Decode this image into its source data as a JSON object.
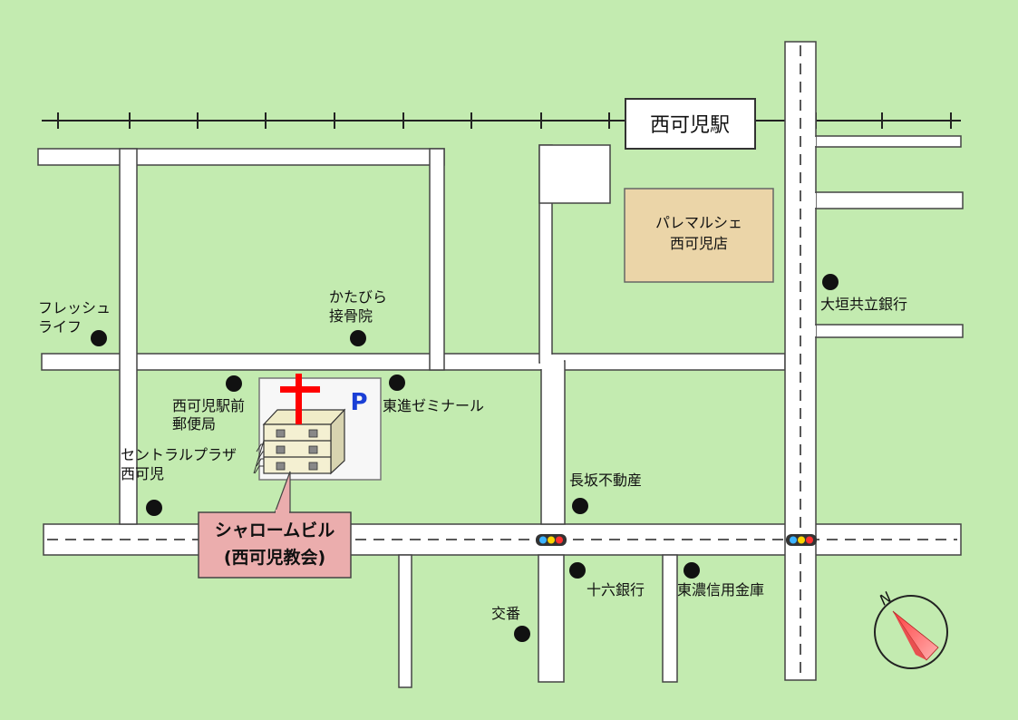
{
  "station": {
    "label": "西可児駅"
  },
  "supermarket": {
    "line1": "パレマルシェ",
    "line2": "西可児店"
  },
  "destination": {
    "line1": "シャロームビル",
    "line2": "(西可児教会)"
  },
  "parking": {
    "label": "P"
  },
  "landmarks": {
    "fresh_life": {
      "line1": "フレッシュ",
      "line2": "ライフ"
    },
    "katabira": {
      "line1": "かたびら",
      "line2": "接骨院"
    },
    "post_office": {
      "line1": "西可児駅前",
      "line2": "郵便局"
    },
    "central_plaza": {
      "line1": "セントラルプラザ",
      "line2": "西可児"
    },
    "toshin_seminar": {
      "label": "東進ゼミナール"
    },
    "nagasaka": {
      "label": "長坂不動産"
    },
    "ogaki_bank": {
      "label": "大垣共立銀行"
    },
    "juroku_bank": {
      "label": "十六銀行"
    },
    "tono_shinkin": {
      "label": "東濃信用金庫"
    },
    "koban": {
      "label": "交番"
    }
  },
  "compass": {
    "label": "N"
  },
  "colors": {
    "background": "#c3ebb0",
    "road": "#ffffff",
    "church_cross": "#ff0000",
    "destination_label_bg": "#ebadad",
    "supermarket_bg": "#ebd5a8",
    "parking_text": "#1a3fd6"
  }
}
